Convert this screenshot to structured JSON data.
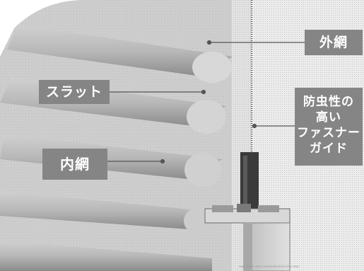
{
  "labels": {
    "outer_net": "外網",
    "slat": "スラット",
    "inner_net": "内網",
    "guide_lines": [
      "防虫性の",
      "高い",
      "ファスナー",
      "ガイド"
    ]
  },
  "credit": "www.fabric-door.com/products/screen-door",
  "colors": {
    "label_background": "#858585",
    "label_text": "#ffffff",
    "leader_line": "#555555"
  }
}
